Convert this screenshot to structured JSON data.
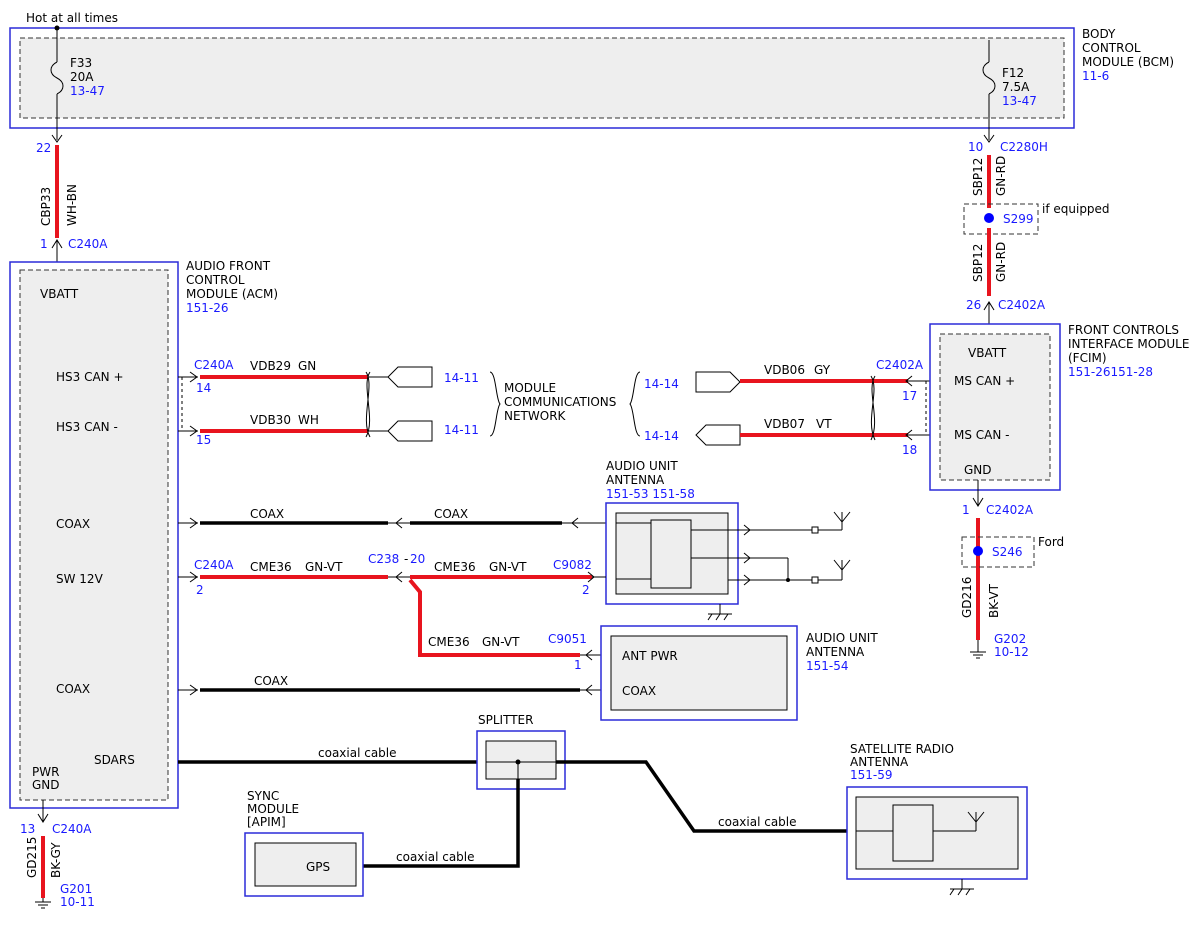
{
  "hot_at_all_times": "Hot at all times",
  "bcm": {
    "title": [
      "BODY",
      "CONTROL",
      "MODULE (BCM)"
    ],
    "ref": "11-6",
    "fuse1": {
      "name": "F33",
      "amps": "20A",
      "ref": "13-47"
    },
    "fuse2": {
      "name": "F12",
      "amps": "7.5A",
      "ref": "13-47"
    }
  },
  "pins": {
    "bcm_22": "22",
    "c240a_1": "1",
    "c240a": "C240A",
    "bcm_10": "10",
    "c2280h": "C2280H",
    "c2402a_26": "26",
    "c2402a": "C2402A",
    "acm_14": "14",
    "acm_15": "15",
    "acm_2": "2",
    "acm_13": "13",
    "fcim_17": "17",
    "fcim_18": "18",
    "fcim_gnd_1": "1",
    "c238": "C238",
    "c238_20": "20",
    "c9082": "C9082",
    "c9082_2": "2",
    "c9051": "C9051",
    "c9051_1": "1"
  },
  "wires": {
    "cbp33": "CBP33",
    "wh_bn": "WH-BN",
    "sbp12": "SBP12",
    "gn_rd": "GN-RD",
    "vdb29": "VDB29",
    "gn": "GN",
    "vdb30": "VDB30",
    "wh": "WH",
    "vdb06": "VDB06",
    "gy": "GY",
    "vdb07": "VDB07",
    "vt": "VT",
    "cme36": "CME36",
    "gn_vt": "GN-VT",
    "coax": "COAX",
    "gd216": "GD216",
    "bk_vt": "BK-VT",
    "gd215": "GD215",
    "bk_gy": "BK-GY",
    "coaxial_cable": "coaxial cable"
  },
  "splices": {
    "s299": "S299",
    "s299_note": "if equipped",
    "s246": "S246",
    "s246_note": "Ford"
  },
  "acm": {
    "title": [
      "AUDIO FRONT",
      "CONTROL",
      "MODULE (ACM)"
    ],
    "ref": "151-26",
    "vbatt": "VBATT",
    "hs3_can_plus": "HS3 CAN +",
    "hs3_can_minus": "HS3 CAN -",
    "coax1": "COAX",
    "sw12v": "SW 12V",
    "coax2": "COAX",
    "sdars": "SDARS",
    "pwr": "PWR",
    "gnd": "GND"
  },
  "mcn": {
    "label": [
      "MODULE",
      "COMMUNICATIONS",
      "NETWORK"
    ],
    "ref_left_top": "14-11",
    "ref_left_bot": "14-11",
    "ref_right_top": "14-14",
    "ref_right_bot": "14-14"
  },
  "fcim": {
    "title": [
      "FRONT CONTROLS",
      "INTERFACE MODULE",
      "(FCIM)"
    ],
    "ref": "151-26151-28",
    "vbatt": "VBATT",
    "ms_can_plus": "MS CAN +",
    "ms_can_minus": "MS CAN -",
    "gnd": "GND"
  },
  "antenna1": {
    "title": [
      "AUDIO UNIT",
      "ANTENNA"
    ],
    "ref": "151-53 151-58"
  },
  "antenna2": {
    "title": [
      "AUDIO UNIT",
      "ANTENNA"
    ],
    "ref": "151-54",
    "ant_pwr": "ANT PWR",
    "coax": "COAX"
  },
  "splitter": {
    "title": "SPLITTER"
  },
  "sync": {
    "title": [
      "SYNC",
      "MODULE",
      "[APIM]"
    ],
    "gps": "GPS"
  },
  "satellite": {
    "title": [
      "SATELLITE RADIO",
      "ANTENNA"
    ],
    "ref": "151-59"
  },
  "grounds": {
    "g202": "G202",
    "g202_ref": "10-12",
    "g201": "G201",
    "g201_ref": "10-11"
  }
}
